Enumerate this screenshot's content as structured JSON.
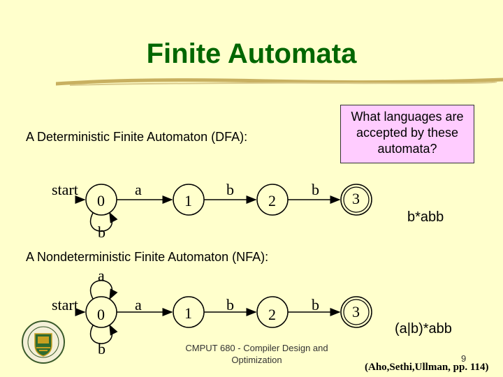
{
  "slide": {
    "title": "Finite Automata",
    "callout": "What languages are accepted by these automata?",
    "dfa": {
      "heading": "A Deterministic Finite Automaton (DFA):",
      "start_label": "start",
      "states": [
        "0",
        "1",
        "2",
        "3"
      ],
      "transitions": [
        "a",
        "b",
        "b"
      ],
      "self_loop_label": "b",
      "answer": "b*abb"
    },
    "nfa": {
      "heading": "A Nondeterministic Finite Automaton (NFA):",
      "start_label": "start",
      "states": [
        "0",
        "1",
        "2",
        "3"
      ],
      "transitions": [
        "a",
        "b",
        "b"
      ],
      "self_loop_top_label": "a",
      "self_loop_bottom_label": "b",
      "answer": "(a|b)*abb"
    },
    "footer": {
      "course": "CMPUT 680 - Compiler Design and Optimization",
      "page_number": "9",
      "citation": "(Aho,Sethi,Ullman, pp. 114)"
    }
  }
}
